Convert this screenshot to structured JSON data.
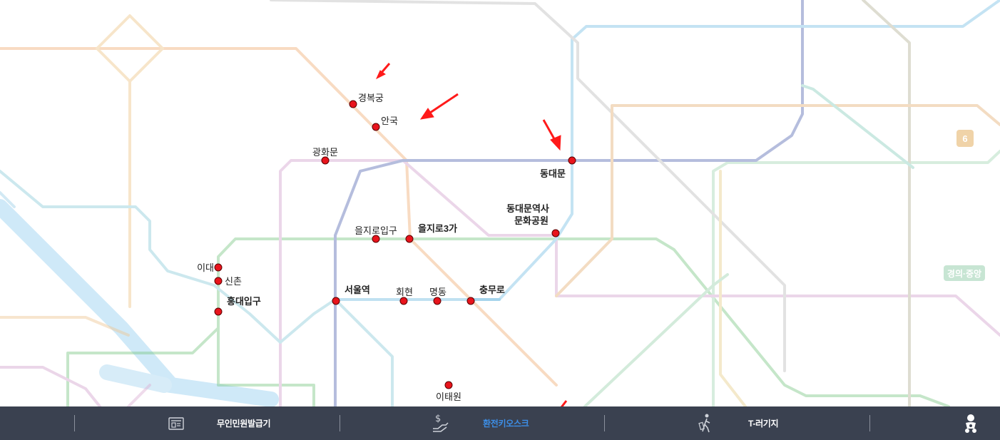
{
  "map": {
    "line_badge_6": "6",
    "line_badge_gyeongui": "경의·중앙",
    "stations": [
      {
        "name": "경복궁",
        "bold": false
      },
      {
        "name": "안국",
        "bold": false
      },
      {
        "name": "광화문",
        "bold": false
      },
      {
        "name": "동대문",
        "bold": true
      },
      {
        "name": "동대문역사",
        "bold": true
      },
      {
        "name": "문화공원",
        "bold": true
      },
      {
        "name": "을지로입구",
        "bold": false
      },
      {
        "name": "을지로3가",
        "bold": true
      },
      {
        "name": "이대",
        "bold": false
      },
      {
        "name": "신촌",
        "bold": false
      },
      {
        "name": "홍대입구",
        "bold": true
      },
      {
        "name": "서울역",
        "bold": true
      },
      {
        "name": "회현",
        "bold": false
      },
      {
        "name": "명동",
        "bold": false
      },
      {
        "name": "충무로",
        "bold": true
      },
      {
        "name": "이태원",
        "bold": false
      }
    ]
  },
  "bottom_bar": {
    "items": [
      {
        "label": "무인민원발급기",
        "icon": "document-kiosk-icon",
        "active": false
      },
      {
        "label": "환전키오스크",
        "icon": "currency-exchange-icon",
        "active": true
      },
      {
        "label": "T-러기지",
        "icon": "luggage-traveler-icon",
        "active": false
      },
      {
        "label": "",
        "icon": "baby-care-icon",
        "active": false
      }
    ]
  },
  "colors": {
    "bar_bg": "#3a4150",
    "active_text": "#3d8fe8",
    "station_dot": "#e8141c",
    "arrow": "#ff1a1a"
  }
}
